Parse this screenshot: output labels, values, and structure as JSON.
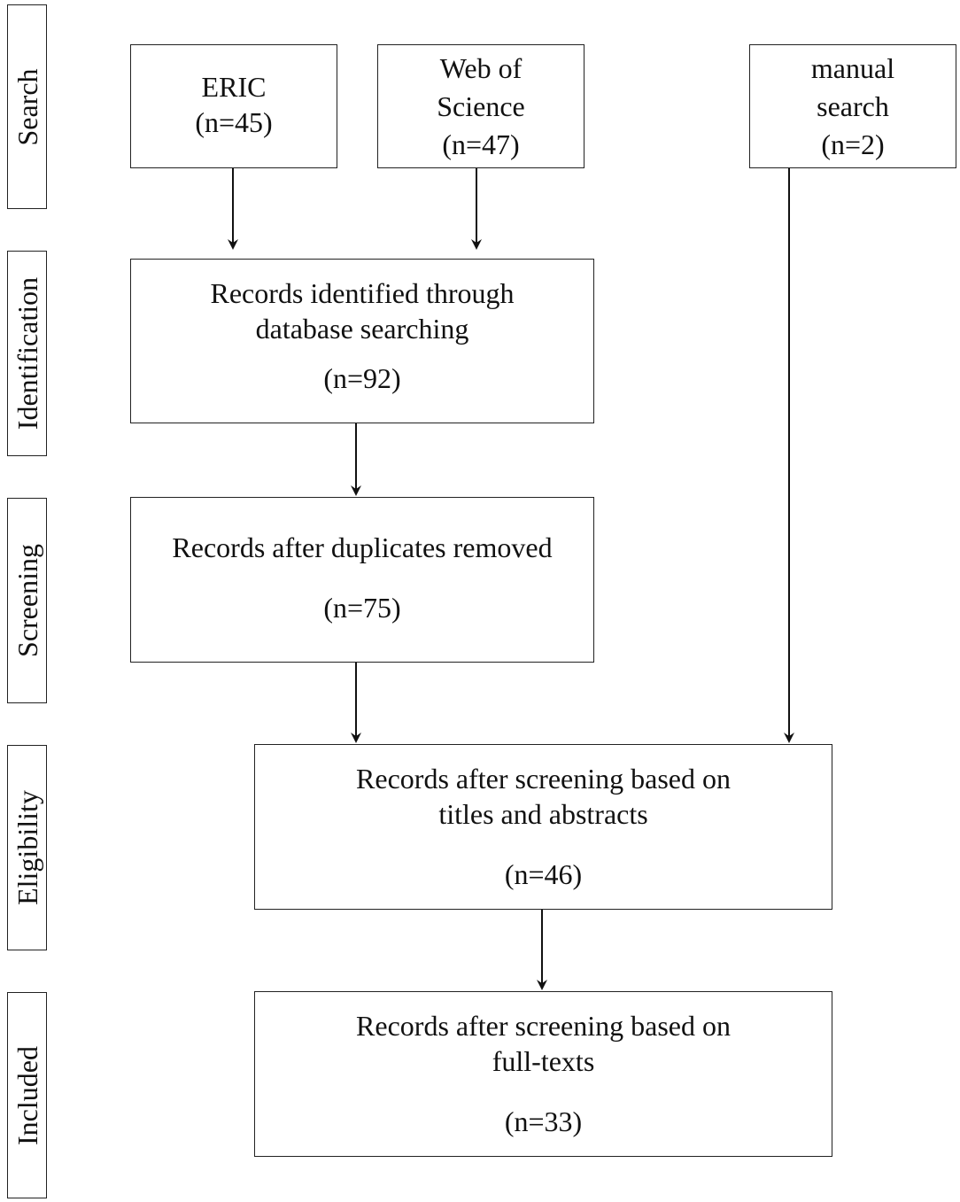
{
  "stages": [
    "Search",
    "Identification",
    "Screening",
    "Eligibility",
    "Included"
  ],
  "sources": {
    "eric": {
      "lines": [
        "ERIC",
        "(n=45)"
      ]
    },
    "wos": {
      "lines": [
        "Web of",
        "Science",
        "(n=47)"
      ]
    },
    "manual": {
      "lines": [
        "manual",
        "search",
        "(n=2)"
      ]
    }
  },
  "steps": {
    "identified": {
      "lines": [
        "Records identified through",
        "database searching"
      ],
      "count": "(n=92)"
    },
    "deduplicated": {
      "lines": [
        "Records after duplicates removed"
      ],
      "count": "(n=75)"
    },
    "eligibility": {
      "lines": [
        "Records after screening based on",
        "titles and abstracts"
      ],
      "count": "(n=46)"
    },
    "included": {
      "lines": [
        "Records after screening based on",
        "full-texts"
      ],
      "count": "(n=33)"
    }
  }
}
